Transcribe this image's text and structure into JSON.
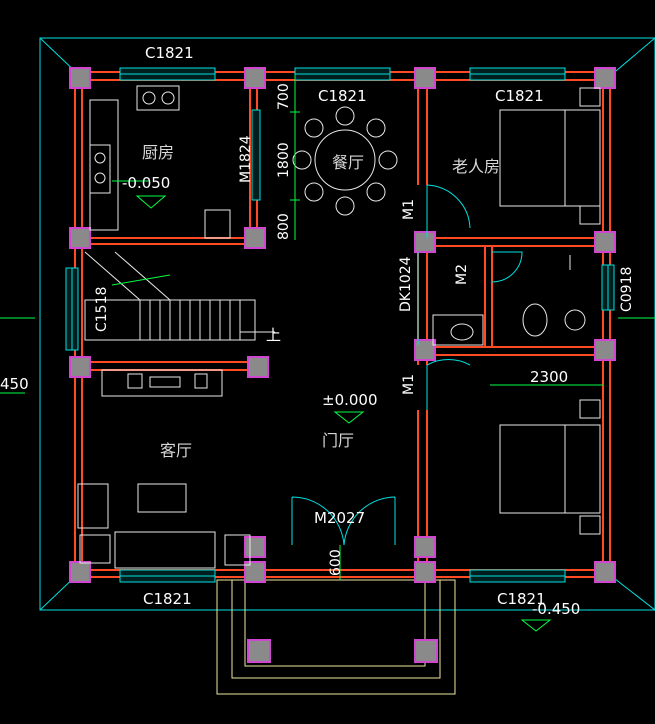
{
  "colors": {
    "background": "#000000",
    "outline": "#00e0e0",
    "wall": "#ff4a24",
    "column": "#8a8a8a",
    "column_border": "#d046d0",
    "dimension": "#00ff44",
    "furniture": "#e8e8e8",
    "walkway": "#f0e6a0"
  },
  "windows": {
    "top_left": "C1821",
    "top_middle": "C1821",
    "top_right": "C1821",
    "bottom_left": "C1821",
    "bottom_right": "C1821",
    "kitchen_side": "M1824",
    "stair_side": "C1518",
    "bath_side": "C0918"
  },
  "doors": {
    "bedroom_upper": "M1",
    "bedroom_lower": "M1",
    "bathroom": "M2",
    "bath_opening": "DK1024",
    "entrance": "M2027"
  },
  "rooms": {
    "kitchen": "厨房",
    "dining": "餐厅",
    "elder_room": "老人房",
    "living": "客厅",
    "foyer": "门厅"
  },
  "levels": {
    "kitchen": "-0.050",
    "foyer": "±0.000",
    "outside": "-0.450",
    "outside_left": "450"
  },
  "dimensions": {
    "d1": "700",
    "d2": "1800",
    "d3": "800",
    "bedroom_width": "2300",
    "porch": "600"
  },
  "stair_label": "上"
}
